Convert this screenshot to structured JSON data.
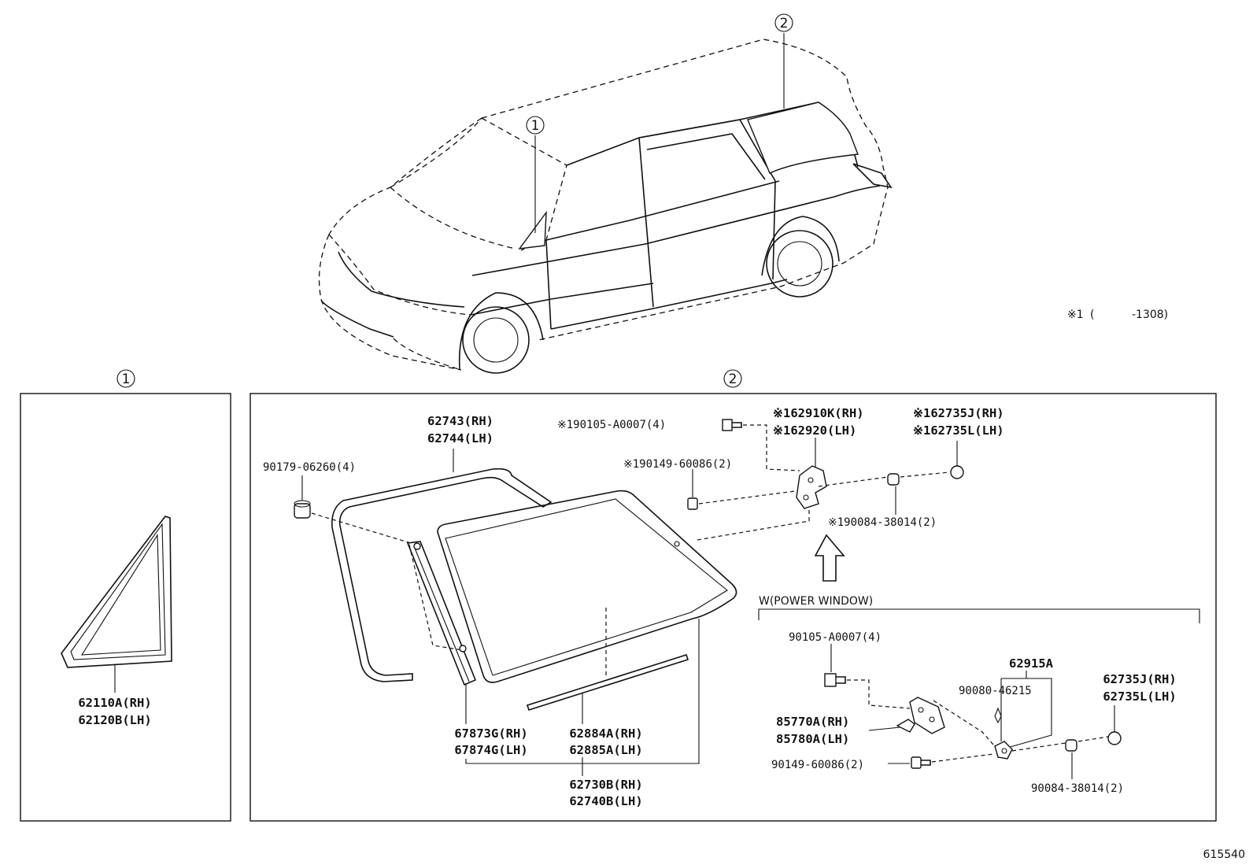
{
  "callouts": {
    "one": "1",
    "two": "2"
  },
  "note": {
    "mark": "※1",
    "open": "(",
    "range": "-1308)"
  },
  "drawing_number": "615540",
  "panel1": {
    "label_rh": "62110A(RH)",
    "label_lh": "62120B(LH)"
  },
  "panel2": {
    "weatherstrip_rh": "62743(RH)",
    "weatherstrip_lh": "62744(LH)",
    "nut": "90179-06260(4)",
    "screw_top": "※190105-A0007(4)",
    "hinge_rh": "※162910K(RH)",
    "hinge_lh": "※162920(LH)",
    "cover_rh": "※162735J(RH)",
    "cover_lh": "※162735L(LH)",
    "bolt_mid": "※190149-60086(2)",
    "bush_top": "※190084-38014(2)",
    "channel_rh": "67873G(RH)",
    "channel_lh": "67874G(LH)",
    "moulding_rh": "62884A(RH)",
    "moulding_lh": "62885A(LH)",
    "glass_rh": "62730B(RH)",
    "glass_lh": "62740B(LH)",
    "pw_title": "W(POWER WINDOW)",
    "pw_screw": "90105-A0007(4)",
    "pw_assy": "62915A",
    "pw_clip": "90080-46215",
    "pw_motor_rh": "85770A(RH)",
    "pw_motor_lh": "85780A(LH)",
    "pw_cover_rh": "62735J(RH)",
    "pw_cover_lh": "62735L(LH)",
    "pw_bolt": "90149-60086(2)",
    "pw_bush": "90084-38014(2)"
  }
}
